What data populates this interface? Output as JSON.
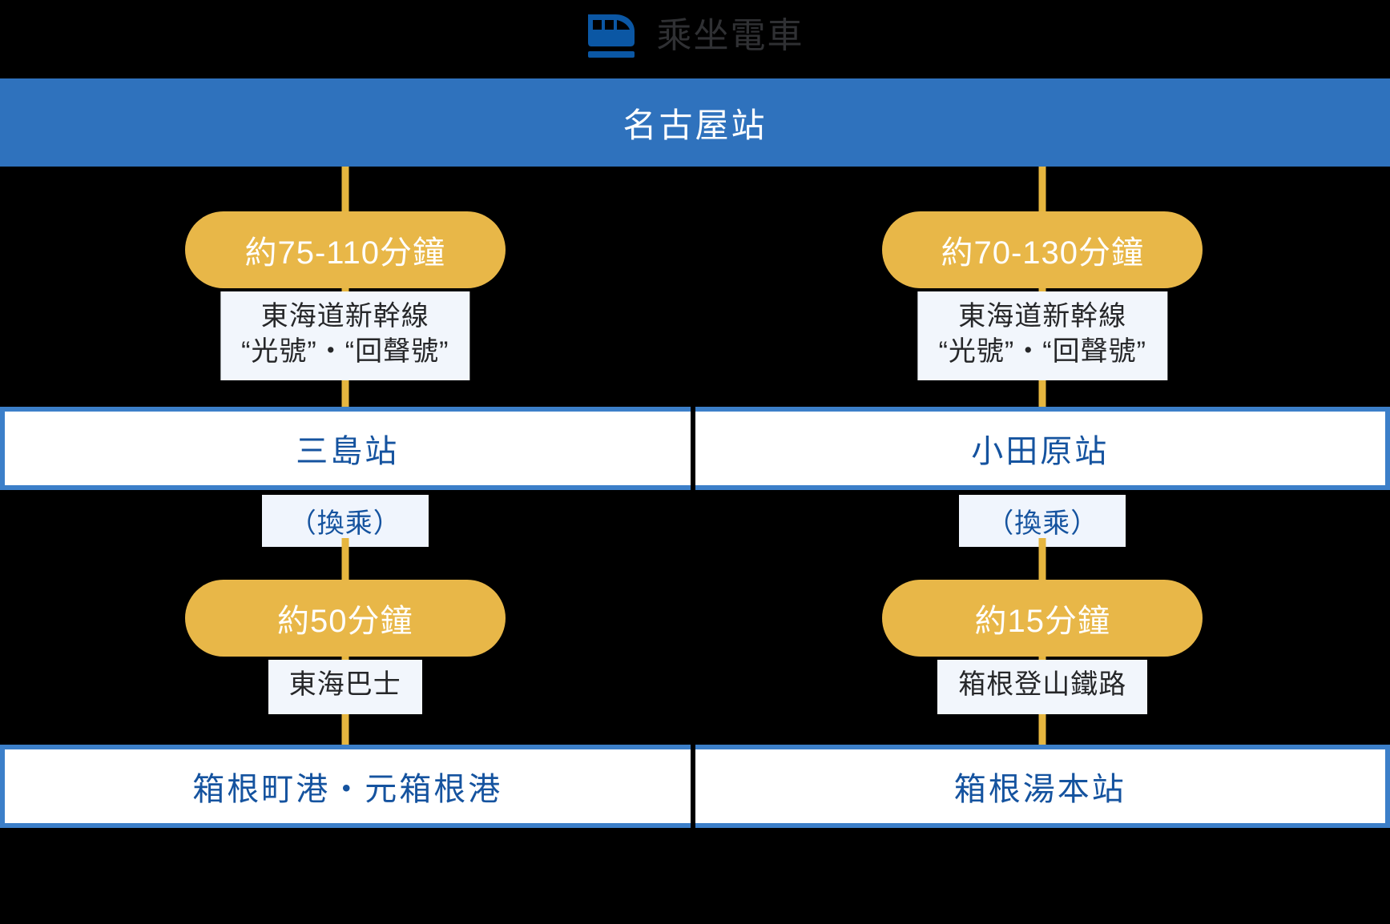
{
  "header": {
    "icon": "train-icon",
    "title": "乘坐電車",
    "icon_color": "#0b57a4",
    "title_color": "#2f3033"
  },
  "colors": {
    "origin_bar": "#2f72bd",
    "pill": "#e8b748",
    "connector": "#e6b63f",
    "station_border": "#3c7fc9",
    "station_text": "#15539f",
    "mode_box_bg": "#f2f6fc",
    "transfer_box_bg": "#f0f5fd",
    "background": "#000000"
  },
  "origin": {
    "name": "名古屋站"
  },
  "routes": [
    {
      "id": "route-mishima",
      "leg1": {
        "duration": "約75-110分鐘",
        "mode_line1": "東海道新幹線",
        "mode_line2": "“光號”・“回聲號”"
      },
      "transfer_station": "三島站",
      "transfer_note": "（換乘）",
      "leg2": {
        "duration": "約50分鐘",
        "mode_line1": "東海巴士"
      },
      "destination": "箱根町港・元箱根港"
    },
    {
      "id": "route-odawara",
      "leg1": {
        "duration": "約70-130分鐘",
        "mode_line1": "東海道新幹線",
        "mode_line2": "“光號”・“回聲號”"
      },
      "transfer_station": "小田原站",
      "transfer_note": "（換乘）",
      "leg2": {
        "duration": "約15分鐘",
        "mode_line1": "箱根登山鐵路"
      },
      "destination": "箱根湯本站"
    }
  ]
}
